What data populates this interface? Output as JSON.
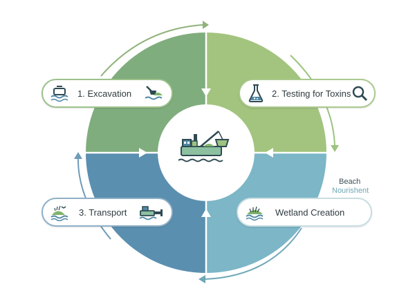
{
  "steps": {
    "excavation": "1. Excavation",
    "testing": "2. Testing for Toxins",
    "transport": "3. Transport",
    "wetland": "Wetland Creation"
  },
  "side_label": {
    "line1": "Beach",
    "line2": "Nourishent"
  },
  "colors": {
    "quadrant_top_left": "#80ad7d",
    "quadrant_top_right": "#a3c47e",
    "quadrant_bottom_left": "#5b8fb0",
    "quadrant_bottom_right": "#7cb6c7",
    "arrow_top": "#8fb27a",
    "arrow_right": "#9cc37f",
    "arrow_left": "#6e9bb8",
    "arrow_bottom": "#6ea7b7",
    "icon_dark": "#2f4a52",
    "icon_green": "#7fb36a",
    "icon_blue": "#4f88a6"
  },
  "icons": {
    "center": "dredging-boat-icon",
    "excavation_left": "dredge-hull-icon",
    "excavation_right": "excavator-bucket-icon",
    "testing_left": "flask-icon",
    "testing_right": "magnifier-icon",
    "transport_left": "mound-bird-icon",
    "transport_right": "boat-pipe-icon",
    "wetland_left": "marsh-icon"
  }
}
